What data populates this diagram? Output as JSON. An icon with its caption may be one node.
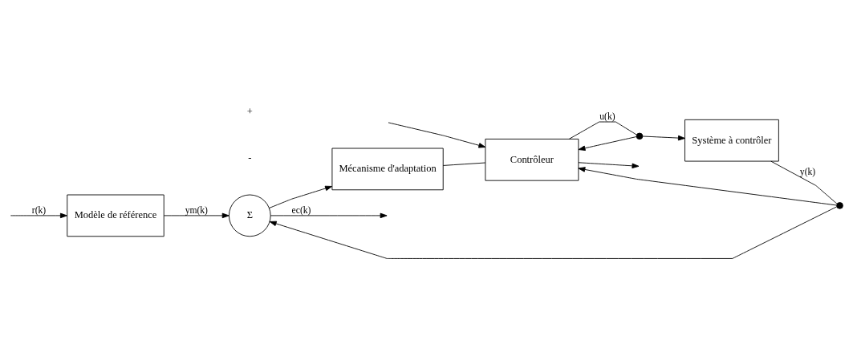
{
  "diagram": {
    "nodes": [
      {
        "text": [
          "Modèle de référence"
        ]
      },
      {
        "text": [
          "Mécanisme d'adaptation"
        ]
      },
      {
        "text": [
          "Contrôleur"
        ]
      },
      {
        "text": [
          "Système à contrôler"
        ]
      },
      {
        "text": [
          "Σ"
        ]
      },
      {
        "text": [],
        "shape": "dot"
      },
      {
        "text": [],
        "shape": "dot"
      }
    ],
    "edges": [
      {
        "from": null,
        "to": 0,
        "arrow": "to",
        "label": "r(k)"
      },
      {
        "from": null,
        "to": 2,
        "arrow": "to"
      },
      {
        "from": 0,
        "to": 4,
        "arrow": "to",
        "label": "ym(k)"
      },
      {
        "from": 4,
        "to": null,
        "arrow": "to",
        "label": "ec(k)"
      },
      {
        "from": 4,
        "to": 1,
        "arrow": "to"
      },
      {
        "from": 1,
        "to": 2,
        "arrow": "none"
      },
      {
        "from": 2,
        "to": null,
        "arrow": "to"
      },
      {
        "from": 2,
        "to": 5,
        "arrow": "none",
        "label": "u(k)"
      },
      {
        "from": 5,
        "to": 3,
        "arrow": "to"
      },
      {
        "from": 5,
        "to": 2,
        "arrow": "to"
      },
      {
        "from": 3,
        "to": 6,
        "arrow": "none",
        "label": "y(k)"
      },
      {
        "from": 6,
        "to": 4,
        "arrow": "to"
      },
      {
        "from": 6,
        "to": 2,
        "arrow": "to"
      }
    ],
    "labels": [
      "-",
      "+"
    ]
  }
}
